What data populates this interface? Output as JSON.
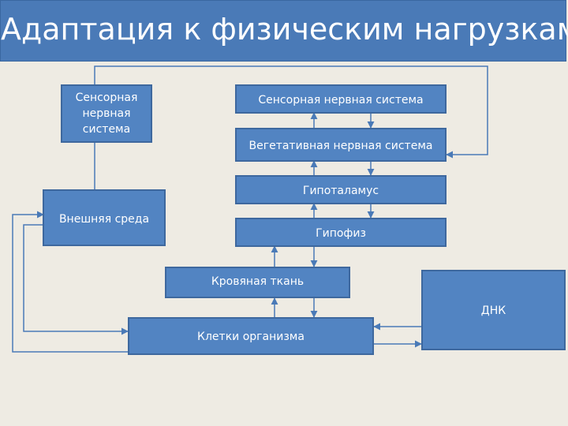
{
  "title": "Адаптация к физическим нагрузкам",
  "boxes": {
    "sensory_left": "Сенсорная нервная система",
    "sensory_right": "Сенсорная нервная система",
    "vegetative": "Вегетативная нервная система",
    "hypothalamus": "Гипоталамус",
    "environment": "Внешняя среда",
    "pituitary": "Гипофиз",
    "blood": "Кровяная ткань",
    "dna": "ДНК",
    "cells": "Клетки организма"
  },
  "colors": {
    "background": "#eeebe3",
    "box_fill": "#5284c2",
    "box_border": "#3e689e",
    "connector": "#4a7ab7",
    "text": "#ffffff"
  }
}
